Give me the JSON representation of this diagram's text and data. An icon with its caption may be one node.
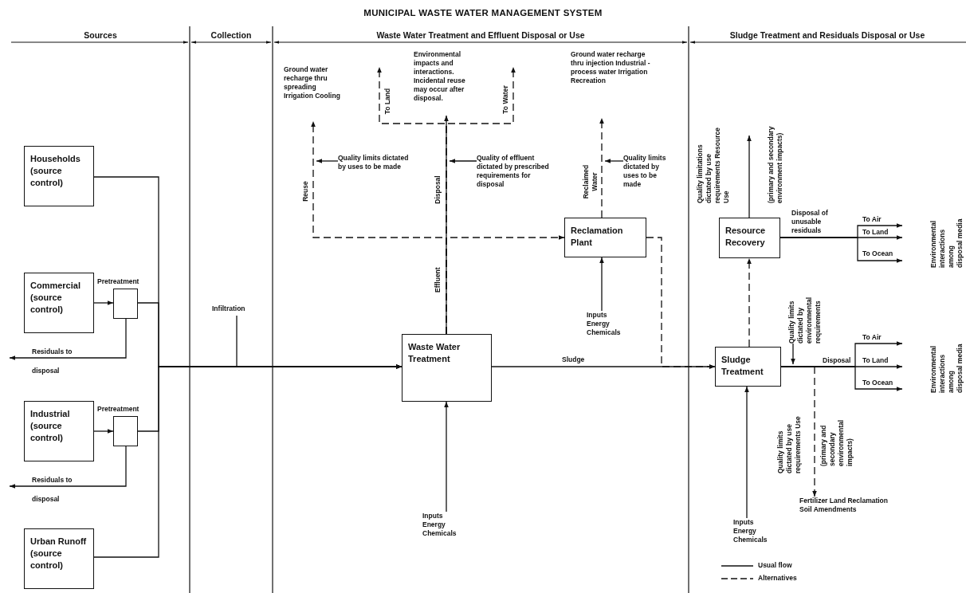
{
  "diagram": {
    "title": "MUNICIPAL WASTE WATER MANAGEMENT SYSTEM",
    "nodes": [
      {
        "text": [
          "Households (source control)"
        ]
      },
      {
        "text": [
          "Commercial (source control)"
        ]
      },
      {
        "text": [],
        "shape": "box",
        "beside": [
          "Pretreatment"
        ]
      },
      {
        "text": [
          "Industrial (source control)"
        ]
      },
      {
        "text": [],
        "shape": "box",
        "beside": [
          "Pretreatment"
        ]
      },
      {
        "text": [
          "Urban Runoff (source control)"
        ]
      },
      {
        "text": [
          "Infiltration"
        ]
      },
      {
        "text": [
          "Waste Water Treatment"
        ]
      },
      {
        "text": [
          "Inputs Energy Chemicals"
        ]
      },
      {
        "text": [
          "Ground water recharge thru spreading Irrigation Cooling"
        ]
      },
      {
        "text": [
          "Environmental impacts and interactions. Incidental reuse may occur after disposal."
        ]
      },
      {
        "text": [
          "Quality limits dictated by uses to be made"
        ]
      },
      {
        "text": [
          "Quality of effluent dictated by prescribed requirements for disposal"
        ]
      },
      {
        "text": [
          "Reclamation Plant"
        ]
      },
      {
        "text": [
          "Ground water recharge thru injection Industrial - process water Irrigation Recreation"
        ]
      },
      {
        "text": [
          "Quality limits dictated by uses to be made"
        ]
      },
      {
        "text": [
          "Inputs Energy Chemicals"
        ]
      },
      {
        "text": [
          "Resource Recovery"
        ]
      },
      {
        "text": [
          "Sludge Treatment"
        ]
      },
      {
        "text": [
          "Quality limits dictated by environmental requirements"
        ]
      },
      {
        "text": [
          "Inputs Energy Chemicals"
        ]
      },
      {
        "text": [
          "Fertilizer Land Reclamation Soil Amendments"
        ]
      }
    ],
    "edges": [
      {
        "from": 0,
        "to": 7,
        "arrow": "to"
      },
      {
        "from": 1,
        "to": 2,
        "arrow": "to"
      },
      {
        "from": 2,
        "to": 7,
        "arrow": "to"
      },
      {
        "from": 2,
        "to": null,
        "arrow": "to",
        "label": "Residuals to disposal"
      },
      {
        "from": 3,
        "to": 4,
        "arrow": "to"
      },
      {
        "from": 4,
        "to": 7,
        "arrow": "to"
      },
      {
        "from": 4,
        "to": null,
        "arrow": "to",
        "label": "Residuals to disposal"
      },
      {
        "from": 5,
        "to": 7,
        "arrow": "to"
      },
      {
        "from": 6,
        "to": 7,
        "arrow": "to"
      },
      {
        "from": 8,
        "to": 7,
        "arrow": "to"
      },
      {
        "from": 7,
        "to": 10,
        "arrow": "to",
        "label": "Disposal"
      },
      {
        "from": 7,
        "to": null,
        "arrow": "to",
        "label": "To Land",
        "style": "dashed"
      },
      {
        "from": 7,
        "to": null,
        "arrow": "to",
        "label": "To Water",
        "style": "dashed"
      },
      {
        "from": 7,
        "to": 9,
        "arrow": "to",
        "label": "Reuse",
        "style": "dashed"
      },
      {
        "from": 7,
        "to": 13,
        "arrow": "to",
        "style": "dashed"
      },
      {
        "from": 11,
        "to": null,
        "arrow": "to"
      },
      {
        "from": 12,
        "to": null,
        "arrow": "to"
      },
      {
        "from": 13,
        "to": 14,
        "arrow": "to",
        "label": "Reclaimed Water",
        "style": "dashed"
      },
      {
        "from": 15,
        "to": null,
        "arrow": "to"
      },
      {
        "from": 16,
        "to": 13,
        "arrow": "to"
      },
      {
        "from": 13,
        "to": 18,
        "arrow": "to",
        "style": "dashed"
      },
      {
        "from": 7,
        "to": 18,
        "arrow": "to",
        "label": "Sludge"
      },
      {
        "from": 20,
        "to": 18,
        "arrow": "to"
      },
      {
        "from": 18,
        "to": 17,
        "arrow": "to",
        "style": "dashed"
      },
      {
        "from": 17,
        "to": null,
        "arrow": "to"
      },
      {
        "from": 17,
        "to": null,
        "arrow": "to",
        "label": "To Air"
      },
      {
        "from": 17,
        "to": null,
        "arrow": "to",
        "label": "To Land"
      },
      {
        "from": 17,
        "to": null,
        "arrow": "to",
        "label": "To Ocean"
      },
      {
        "from": 19,
        "to": null,
        "arrow": "to"
      },
      {
        "from": 18,
        "to": null,
        "arrow": "to",
        "label": "To Air"
      },
      {
        "from": 18,
        "to": null,
        "arrow": "to",
        "label": "To Land"
      },
      {
        "from": 18,
        "to": null,
        "arrow": "to",
        "label": "To Ocean"
      },
      {
        "from": 18,
        "to": 21,
        "arrow": "to",
        "style": "dashed"
      }
    ],
    "labels": [
      "Sources",
      "Collection",
      "Waste Water Treatment and Effluent Disposal or Use",
      "Sludge Treatment and Residuals Disposal or Use",
      "Effluent",
      "Quality limitations dictated by use requirements Resource Use",
      "(primary and secondary environment impacts)",
      "Disposal of unusable residuals",
      "Environmental interactions among disposal media",
      "Disposal",
      "Quality limits dictated by use requirements Use",
      "(primary and secondary environmental impacts)",
      "Environmental interactions among disposal media"
    ],
    "legend": [
      {
        "text": "Usual flow"
      },
      {
        "text": "Alternatives"
      }
    ]
  }
}
